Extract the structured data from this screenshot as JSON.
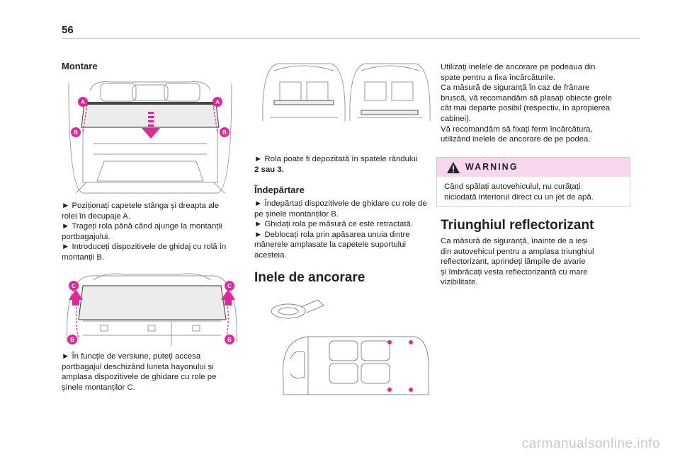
{
  "page": {
    "number": "56"
  },
  "col1": {
    "heading": "Montare",
    "text1": [
      "► Poziționați capetele stânga și dreapta ale",
      "rolei în decupaje A.",
      "► Trageți rola până când ajunge la montanții",
      "portbagajului.",
      "► Introduceți dispozitivele de ghidaj cu rolă în",
      "montanții B."
    ],
    "text2": [
      "► În funcție de versiune, puteți accesa",
      "portbagajul deschizând luneta hayonului și",
      "amplasa dispozitivele de ghidare cu role pe",
      "șinele montanților C."
    ],
    "fig1_labels": {
      "a": "A",
      "b": "B"
    },
    "fig2_labels": {
      "c": "C",
      "b": "B"
    }
  },
  "col2": {
    "text1": [
      "► Rola poate fi depozitată în spatele rândului",
      "2 sau 3."
    ],
    "heading_removal": "Îndepărtare",
    "text2": [
      "► Îndepărtați dispozitivele de ghidare cu role de",
      "pe șinele montanților B.",
      "► Ghidați rola pe măsură ce este retractată.",
      "► Deblocați rola prin apăsarea unuia dintre",
      "mânerele amplasate la capetele suportului",
      "acesteia."
    ],
    "heading_rings": "Inele de ancorare"
  },
  "col3": {
    "text1": [
      "Utilizați inelele de ancorare pe podeaua din",
      "spate pentru a fixa încărcăturile.",
      "Ca măsură de siguranță în caz de frânare",
      "bruscă, vă recomandăm să plasați obiecte grele",
      "cât mai departe posibil (respectiv, în apropierea",
      "cabinei).",
      "Vă recomandăm să fixați ferm încărcătura,",
      "utilizând inelele de ancorare de pe podea."
    ],
    "warning_title": "WARNING",
    "warning_text": [
      "Când spălați autovehiculul, nu curățați",
      "niciodată interiorul direct cu un jet de apă."
    ],
    "heading_triangle": "Triunghiul reflectorizant",
    "text2": [
      "Ca măsură de siguranță, înainte de a ieși",
      "din autovehicul pentru a amplasa triunghiul",
      "reflectorizant, aprindeți lămpile de avarie",
      "și îmbrăcați vesta reflectorizantă cu mare",
      "vizibilitate."
    ]
  },
  "colors": {
    "accent": "#e2279a",
    "warning_bg": "#f7d6ee"
  },
  "watermark": "carmanualsonline.info"
}
